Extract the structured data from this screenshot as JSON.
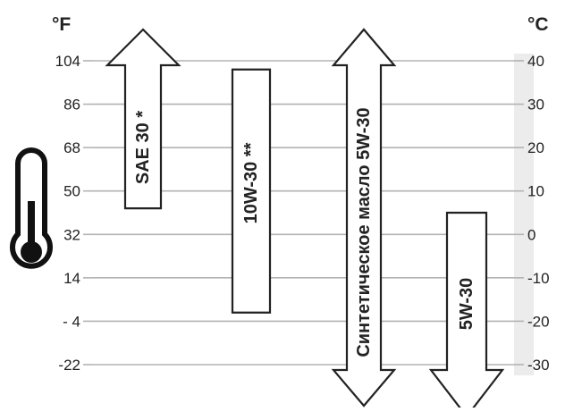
{
  "chart_data": {
    "type": "bar",
    "title": "",
    "left_axis": {
      "unit": "°F",
      "ticks": [
        "104",
        "86",
        "68",
        "50",
        "32",
        "14",
        "- 4",
        "-22"
      ]
    },
    "right_axis": {
      "unit": "°C",
      "ticks": [
        "40",
        "30",
        "20",
        "10",
        "0",
        "-10",
        "-20",
        "-30"
      ],
      "ylim": [
        -30,
        40
      ]
    },
    "grid": true,
    "series": [
      {
        "label": "SAE 30 *",
        "low_c": 6,
        "high_c": 40,
        "extends_above": true,
        "extends_below": false
      },
      {
        "label": "10W-30 **",
        "low_c": -18,
        "high_c": 38,
        "extends_above": false,
        "extends_below": false
      },
      {
        "label": "Синтетическое масло 5W-30",
        "low_c": -30,
        "high_c": 40,
        "extends_above": true,
        "extends_below": true
      },
      {
        "label": "5W-30",
        "low_c": -30,
        "high_c": 5,
        "extends_above": false,
        "extends_below": true
      }
    ],
    "colors": {
      "grid": "#b3b3b3",
      "shade": "#ececec",
      "outline": "#222222",
      "text": "#222222"
    }
  },
  "icons": {
    "thermometer": "thermometer-icon"
  }
}
